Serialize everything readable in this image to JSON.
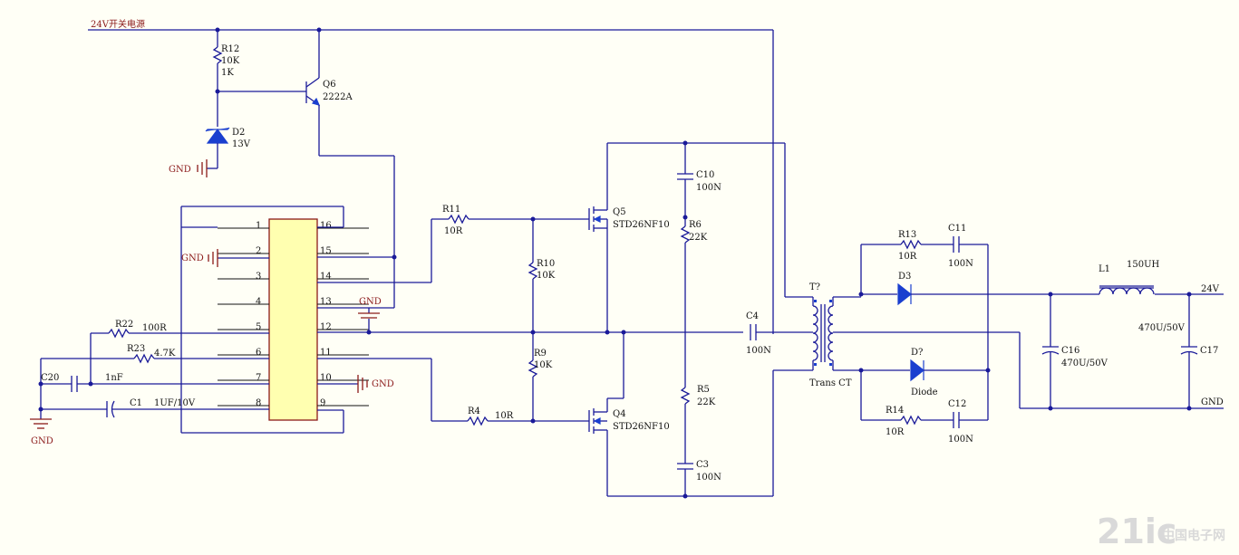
{
  "nets": {
    "supply": "24V开关电源",
    "gnd": "GND",
    "out_pos": "24V"
  },
  "ic_pins": {
    "left": [
      "1",
      "2",
      "3",
      "4",
      "5",
      "6",
      "7",
      "8"
    ],
    "right": [
      "16",
      "15",
      "14",
      "13",
      "12",
      "11",
      "10",
      "9"
    ]
  },
  "components": {
    "R12": {
      "ref": "R12",
      "v1": "10K",
      "v2": "1K"
    },
    "Q6": {
      "ref": "Q6",
      "value": "2222A"
    },
    "D2": {
      "ref": "D2",
      "value": "13V"
    },
    "R22": {
      "ref": "R22",
      "value": "100R"
    },
    "R23": {
      "ref": "R23",
      "value": "4.7K"
    },
    "C20": {
      "ref": "C20",
      "value": "1nF"
    },
    "C1": {
      "ref": "C1",
      "value": "1UF/10V"
    },
    "R11": {
      "ref": "R11",
      "value": "10R"
    },
    "R10": {
      "ref": "R10",
      "value": "10K"
    },
    "R9": {
      "ref": "R9",
      "value": "10K"
    },
    "R4": {
      "ref": "R4",
      "value": "10R"
    },
    "Q5": {
      "ref": "Q5",
      "value": "STD26NF10"
    },
    "Q4": {
      "ref": "Q4",
      "value": "STD26NF10"
    },
    "C10": {
      "ref": "C10",
      "value": "100N"
    },
    "R6": {
      "ref": "R6",
      "value": "22K"
    },
    "R5": {
      "ref": "R5",
      "value": "22K"
    },
    "C3": {
      "ref": "C3",
      "value": "100N"
    },
    "C4": {
      "ref": "C4",
      "value": "100N"
    },
    "T": {
      "ref": "T?",
      "value": "Trans CT"
    },
    "R13": {
      "ref": "R13",
      "value": "10R"
    },
    "C11": {
      "ref": "C11",
      "value": "100N"
    },
    "D3": {
      "ref": "D3"
    },
    "D7": {
      "ref": "D?",
      "value": "Diode"
    },
    "R14": {
      "ref": "R14",
      "value": "10R"
    },
    "C12": {
      "ref": "C12",
      "value": "100N"
    },
    "L1": {
      "ref": "L1",
      "value": "150UH"
    },
    "C16": {
      "ref": "C16",
      "value": "470U/50V"
    },
    "C17": {
      "ref": "C17",
      "value": "470U/50V"
    }
  },
  "watermark": {
    "main": "21ic",
    "sub": "中国电子网"
  }
}
